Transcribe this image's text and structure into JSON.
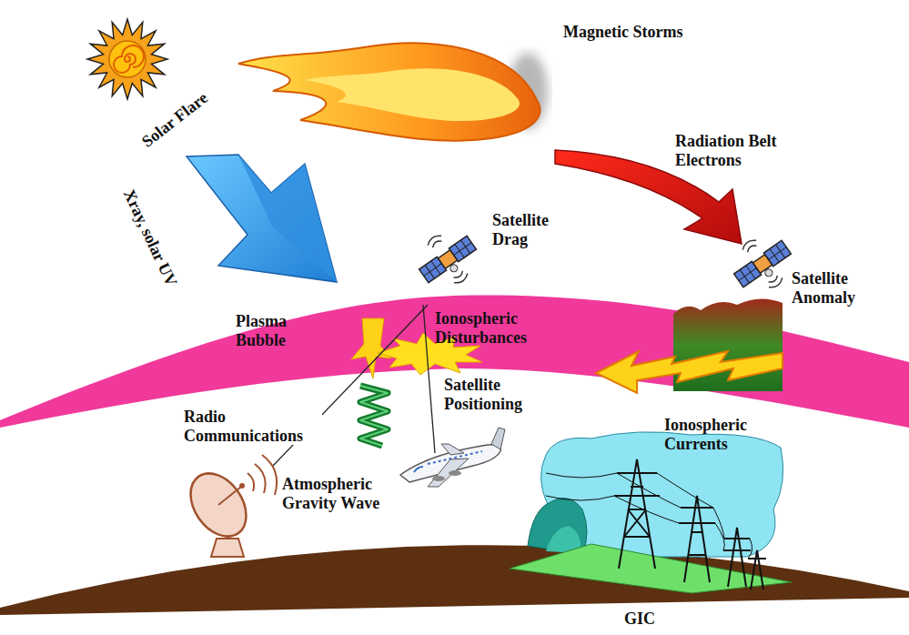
{
  "diagram": {
    "labels": [
      "Magnetic Storms",
      "Solar Flare",
      "Xray, solar UV",
      "Radiation Belt Electrons",
      "Satellite Drag",
      "Satellite Anomaly",
      "Plasma Bubble",
      "Ionospheric Disturbances",
      "Satellite Positioning",
      "Radio Communications",
      "Atmospheric Gravity Wave",
      "Ionospheric Currents",
      "GIC"
    ]
  }
}
